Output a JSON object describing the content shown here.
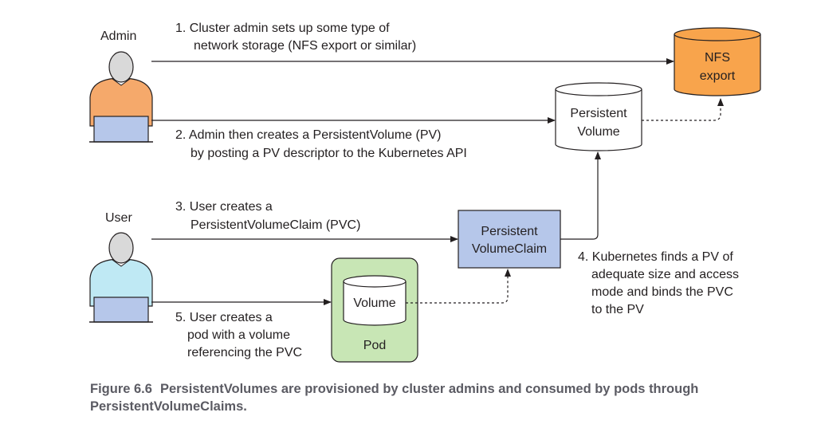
{
  "actors": {
    "admin": {
      "label": "Admin",
      "body_color": "#f5a96b"
    },
    "user": {
      "label": "User",
      "body_color": "#bfe9f4"
    }
  },
  "nodes": {
    "nfs": {
      "line1": "NFS",
      "line2": "export",
      "color": "#f8a44c"
    },
    "pv": {
      "line1": "Persistent",
      "line2": "Volume",
      "color": "#ffffff"
    },
    "pvc": {
      "line1": "Persistent",
      "line2": "VolumeClaim",
      "color": "#b6c7ea"
    },
    "pod": {
      "label": "Pod",
      "color": "#c8e6b5",
      "volume_label": "Volume"
    }
  },
  "steps": {
    "s1": [
      "1. Cluster admin sets up some type of",
      "network storage (NFS export or similar)"
    ],
    "s2": [
      "2. Admin then creates a PersistentVolume (PV)",
      "by posting a PV descriptor to the Kubernetes API"
    ],
    "s3": [
      "3. User creates a",
      "PersistentVolumeClaim (PVC)"
    ],
    "s4": [
      "4. Kubernetes finds a PV of",
      "adequate size and access",
      "mode and binds the PVC",
      "to the PV"
    ],
    "s5": [
      "5. User creates a",
      "pod with a volume",
      "referencing the PVC"
    ]
  },
  "caption": {
    "label": "Figure 6.6",
    "text": "PersistentVolumes are provisioned by cluster admins and consumed by pods through PersistentVolumeClaims."
  }
}
